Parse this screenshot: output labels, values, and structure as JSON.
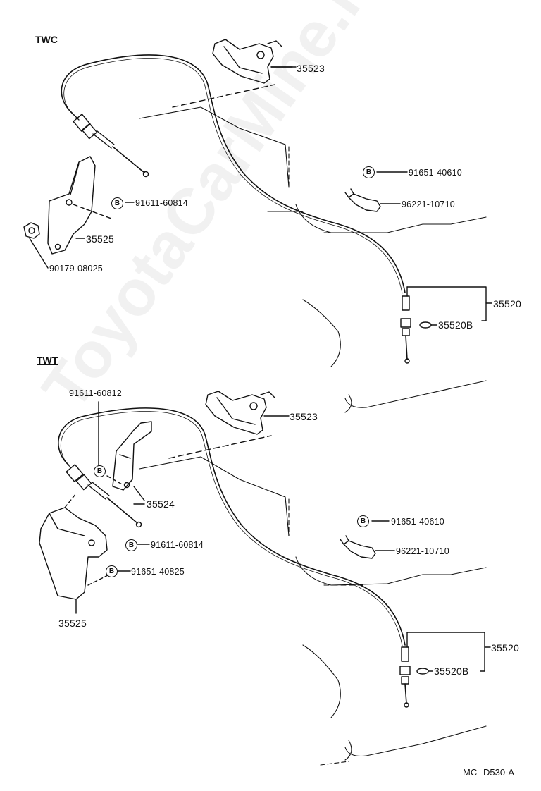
{
  "sections": {
    "top": {
      "title": "TWC",
      "parts": {
        "bracket_upper": "35523",
        "bracket_lower": "35525",
        "cable_assy": "35520",
        "cable_sub": "35520B",
        "bolt_a": "91611-60814",
        "bolt_b": "91651-40610",
        "clip": "96221-10710",
        "nut": "90179-08025"
      },
      "bolt_marker": "B"
    },
    "bottom": {
      "title": "TWT",
      "parts": {
        "bolt_top": "91611-60812",
        "bracket_upper": "35523",
        "bracket_mid": "35524",
        "bracket_lower": "35525",
        "cable_assy": "35520",
        "cable_sub": "35520B",
        "bolt_a": "91611-60814",
        "bolt_c": "91651-40825",
        "bolt_b": "91651-40610",
        "clip": "96221-10710"
      },
      "bolt_marker": "B"
    }
  },
  "footer": {
    "code_left": "MC",
    "code_right": "D530-A"
  },
  "watermark": "ToyotaCarMine.ru"
}
